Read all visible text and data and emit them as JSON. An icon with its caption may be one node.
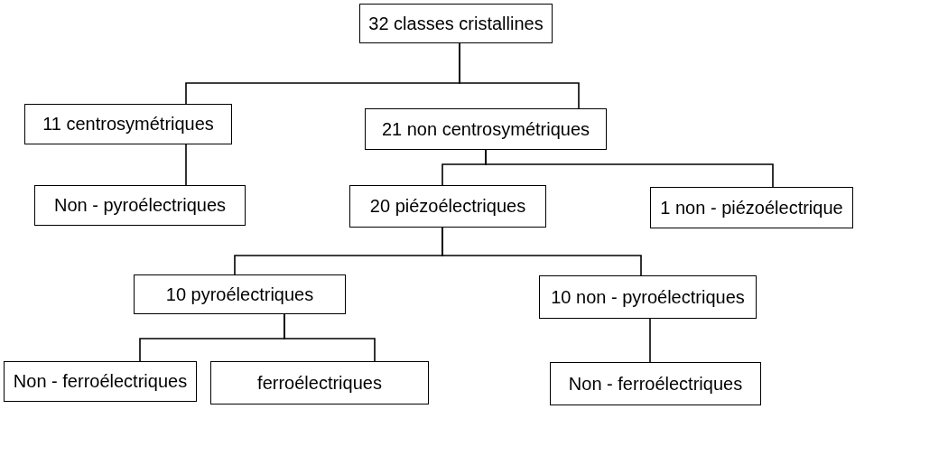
{
  "diagram": {
    "nodes": [
      {
        "text": [
          "32 classes cristallines"
        ]
      },
      {
        "text": [
          "11 centrosymétriques"
        ]
      },
      {
        "text": [
          "21 non centrosymétriques"
        ]
      },
      {
        "text": [
          "Non - pyroélectriques"
        ]
      },
      {
        "text": [
          "20 piézoélectriques"
        ]
      },
      {
        "text": [
          "1 non - piézoélectrique"
        ]
      },
      {
        "text": [
          "10 pyroélectriques"
        ]
      },
      {
        "text": [
          "10 non - pyroélectriques"
        ]
      },
      {
        "text": [
          "Non - ferroélectriques"
        ]
      },
      {
        "text": [
          "ferroélectriques"
        ]
      },
      {
        "text": [
          "Non - ferroélectriques"
        ]
      }
    ],
    "edges": [
      {
        "from": 0,
        "to": 1,
        "arrow": "none"
      },
      {
        "from": 0,
        "to": 2,
        "arrow": "none"
      },
      {
        "from": 1,
        "to": 3,
        "arrow": "none"
      },
      {
        "from": 2,
        "to": 4,
        "arrow": "none"
      },
      {
        "from": 2,
        "to": 5,
        "arrow": "none"
      },
      {
        "from": 4,
        "to": 6,
        "arrow": "none"
      },
      {
        "from": 4,
        "to": 7,
        "arrow": "none"
      },
      {
        "from": 6,
        "to": 8,
        "arrow": "none"
      },
      {
        "from": 6,
        "to": 9,
        "arrow": "none"
      },
      {
        "from": 7,
        "to": 10,
        "arrow": "none"
      }
    ]
  }
}
